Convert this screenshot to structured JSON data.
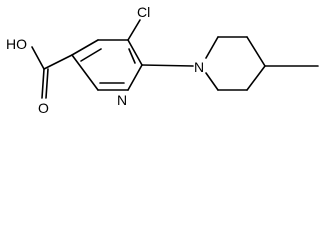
{
  "molecule": {
    "atoms": {
      "hydroxyl": "HO",
      "carbonyl_oxygen": "O",
      "chlorine": "Cl",
      "pyridine_nitrogen": "N",
      "piperidine_nitrogen": "N"
    }
  },
  "colors": {
    "bond": "#000000",
    "text": "#000000",
    "background": "#ffffff"
  }
}
